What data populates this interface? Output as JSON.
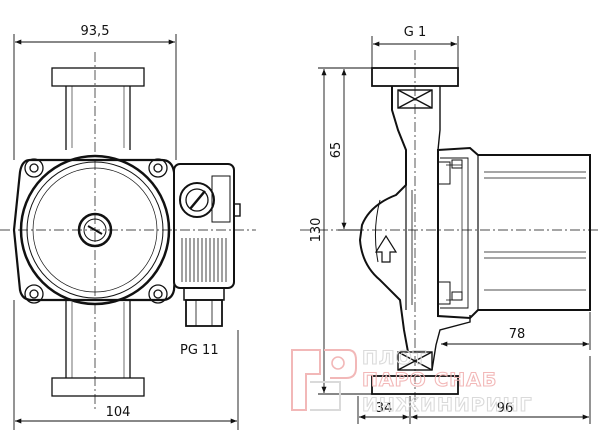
{
  "dimensions": {
    "top_width": "93,5",
    "bottom_width": "104",
    "cable_gland": "PG 11",
    "thread": "G 1",
    "half_height": "65",
    "total_height": "130",
    "motor_depth": "78",
    "flange_offset": "34",
    "body_depth": "96"
  },
  "watermark": {
    "line1": "ПЛОТ",
    "line2": "ПАРО СНАБ",
    "line3": "ИНЖИНИРИНГ"
  }
}
